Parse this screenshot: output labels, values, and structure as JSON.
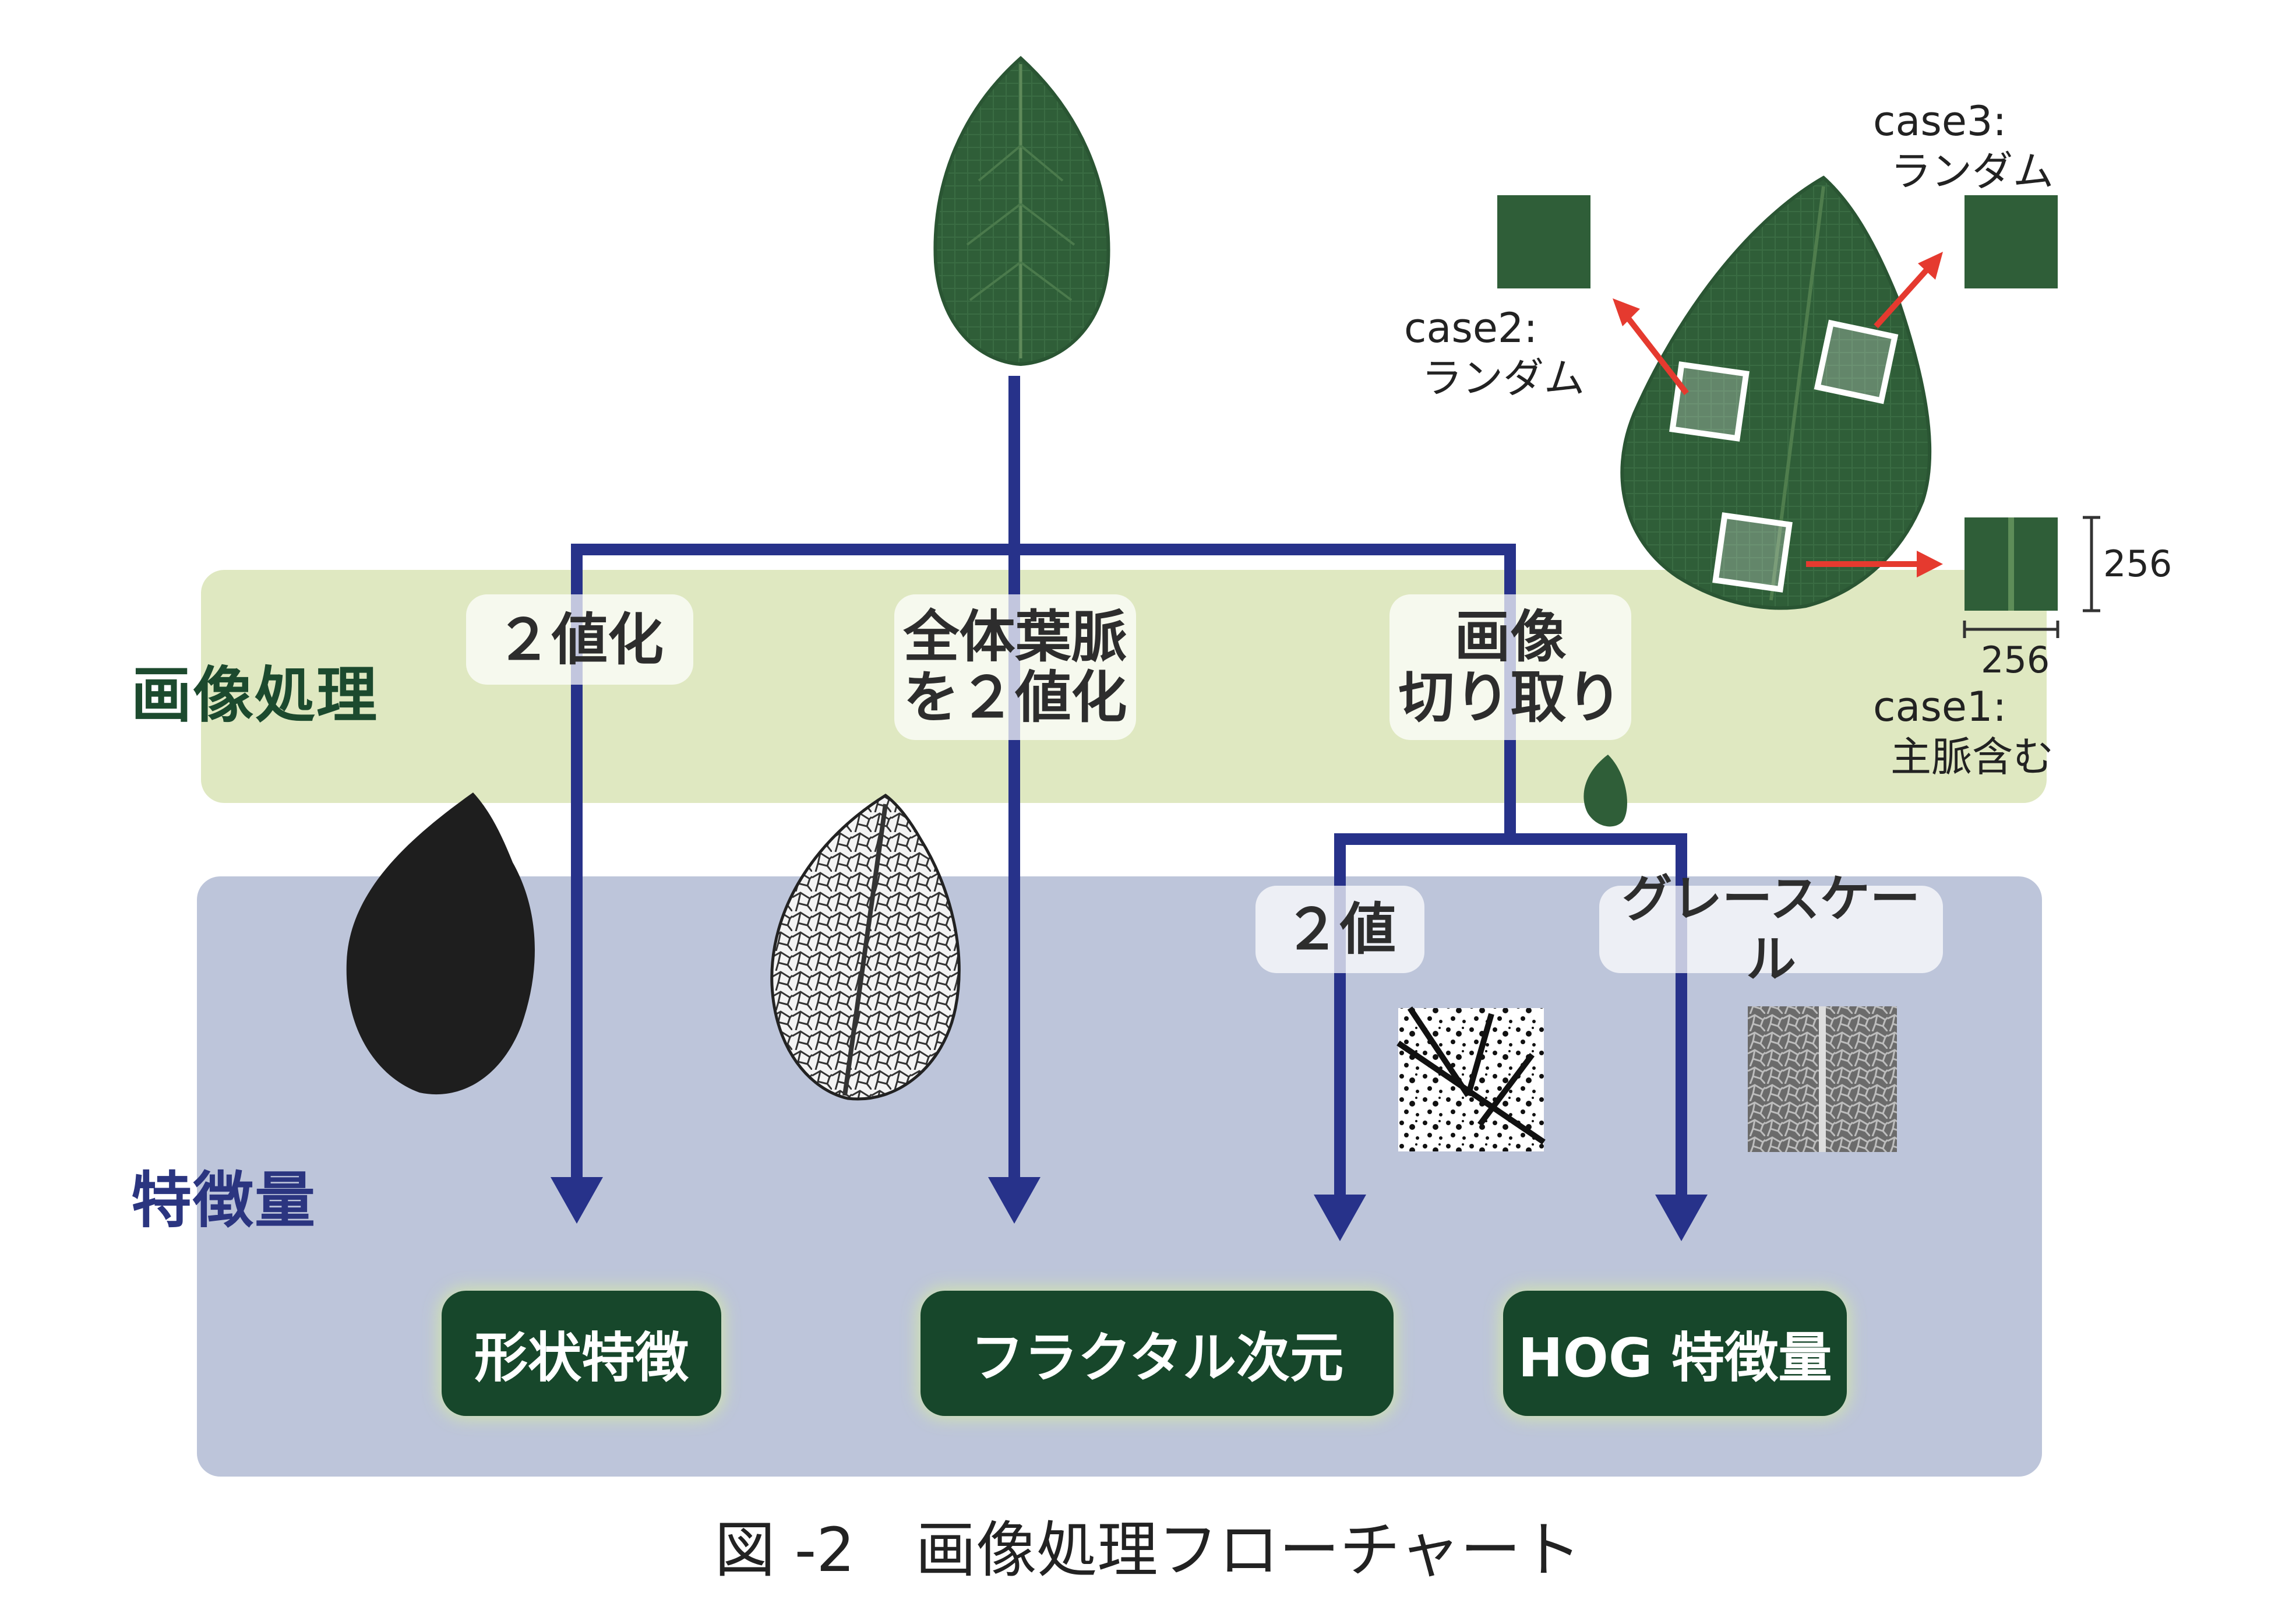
{
  "bands": {
    "processing": {
      "label": "画像処理",
      "color": "#dfe8c1",
      "label_color": "#1c4a2e"
    },
    "features": {
      "label": "特徴量",
      "color": "#bdc5da",
      "label_color": "#2b3580"
    }
  },
  "steps": {
    "binarize": "２値化",
    "vein_line1": "全体葉脈",
    "vein_line2": "を２値化",
    "crop_line1": "画像",
    "crop_line2": "切り取り",
    "binary": "２値",
    "grayscale": "グレースケール"
  },
  "results": {
    "shape": "形状特徴",
    "fractal": "フラクタル次元",
    "hog": "HOG 特徴量"
  },
  "crops": {
    "case1_line1": "case1:",
    "case1_line2": "主脈含む",
    "case2_line1": "case2:",
    "case2_line2": "ランダム",
    "case3_line1": "case3:",
    "case3_line2": "ランダム",
    "size_h": "256",
    "size_v": "256"
  },
  "colors": {
    "arrow": "#27328a",
    "red_arrow": "#e53a2f",
    "leaf": "#2f5e38",
    "leaf_dark": "#234a2b"
  },
  "caption": "図 -2　画像処理フローチャート"
}
